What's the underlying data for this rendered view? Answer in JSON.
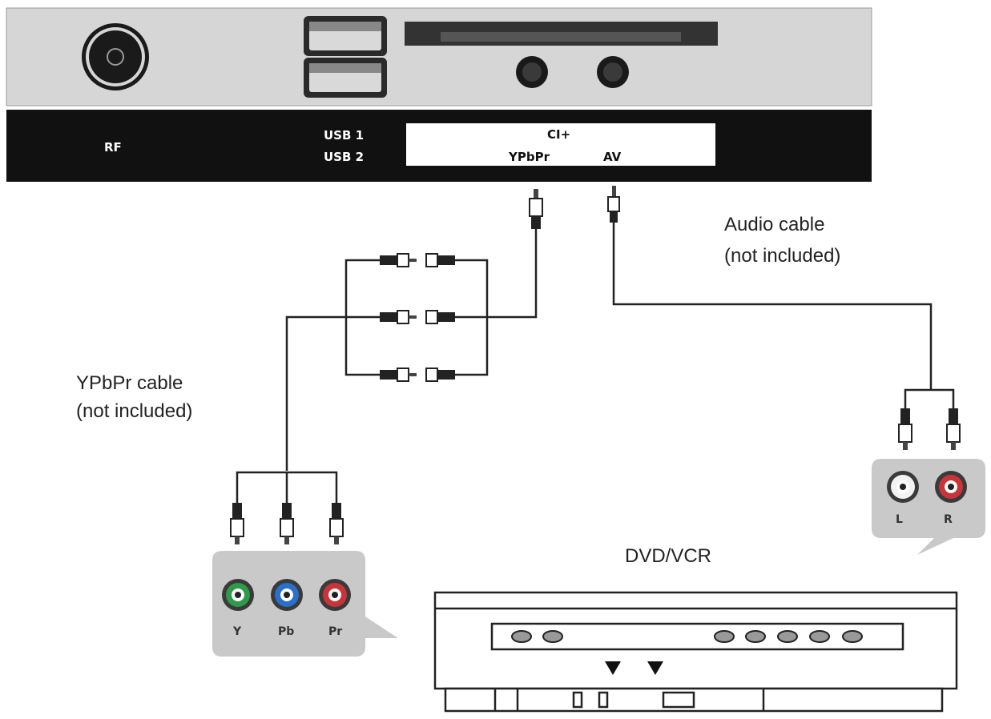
{
  "tv_panel": {
    "port_labels": {
      "rf": "RF",
      "usb1": "USB 1",
      "usb2": "USB 2",
      "ci": "CI+",
      "ypbpr": "YPbPr",
      "av": "AV"
    }
  },
  "captions": {
    "audio_cable_line1": "Audio cable",
    "audio_cable_line2": "(not included)",
    "ypbpr_cable_line1": "YPbPr cable",
    "ypbpr_cable_line2": "(not included)",
    "device": "DVD/VCR"
  },
  "component_jacks": {
    "labels": [
      "Y",
      "Pb",
      "Pr"
    ],
    "colors": [
      "#2e9a4a",
      "#2a6fc9",
      "#c8343a"
    ]
  },
  "audio_jacks": {
    "labels": [
      "L",
      "R"
    ],
    "colors": [
      "#f2f2f2",
      "#c8343a"
    ]
  },
  "colors": {
    "panel_gray": "#d6d6d6",
    "panel_black": "#111111",
    "bubble_gray": "#c9c9c9"
  }
}
